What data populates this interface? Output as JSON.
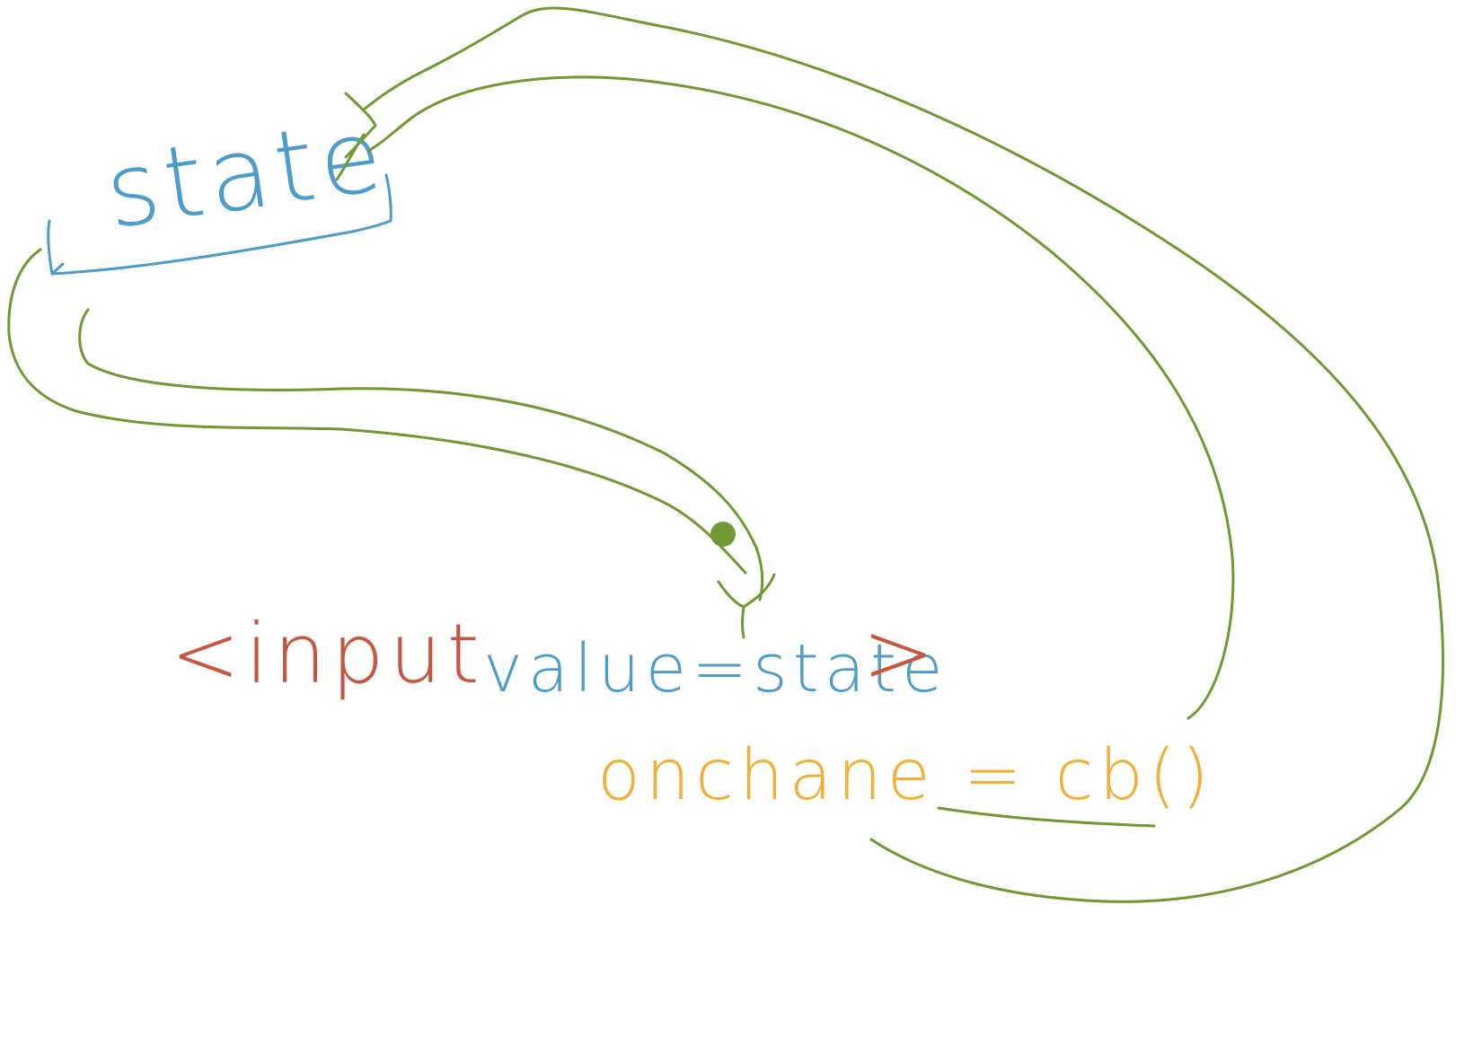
{
  "diagram": {
    "state_label": "state",
    "input_open": "<input",
    "value_attr": "value=state",
    "input_close": ">",
    "onchange_attr": "onchane = cb()"
  },
  "colors": {
    "background": "#ffffff",
    "state_blue": "#4e9ccb",
    "input_red": "#c9553e",
    "onchange_yellow": "#efb13a",
    "arrow_green": "#6f9a33",
    "cursor_dot": "#6f9a33"
  }
}
